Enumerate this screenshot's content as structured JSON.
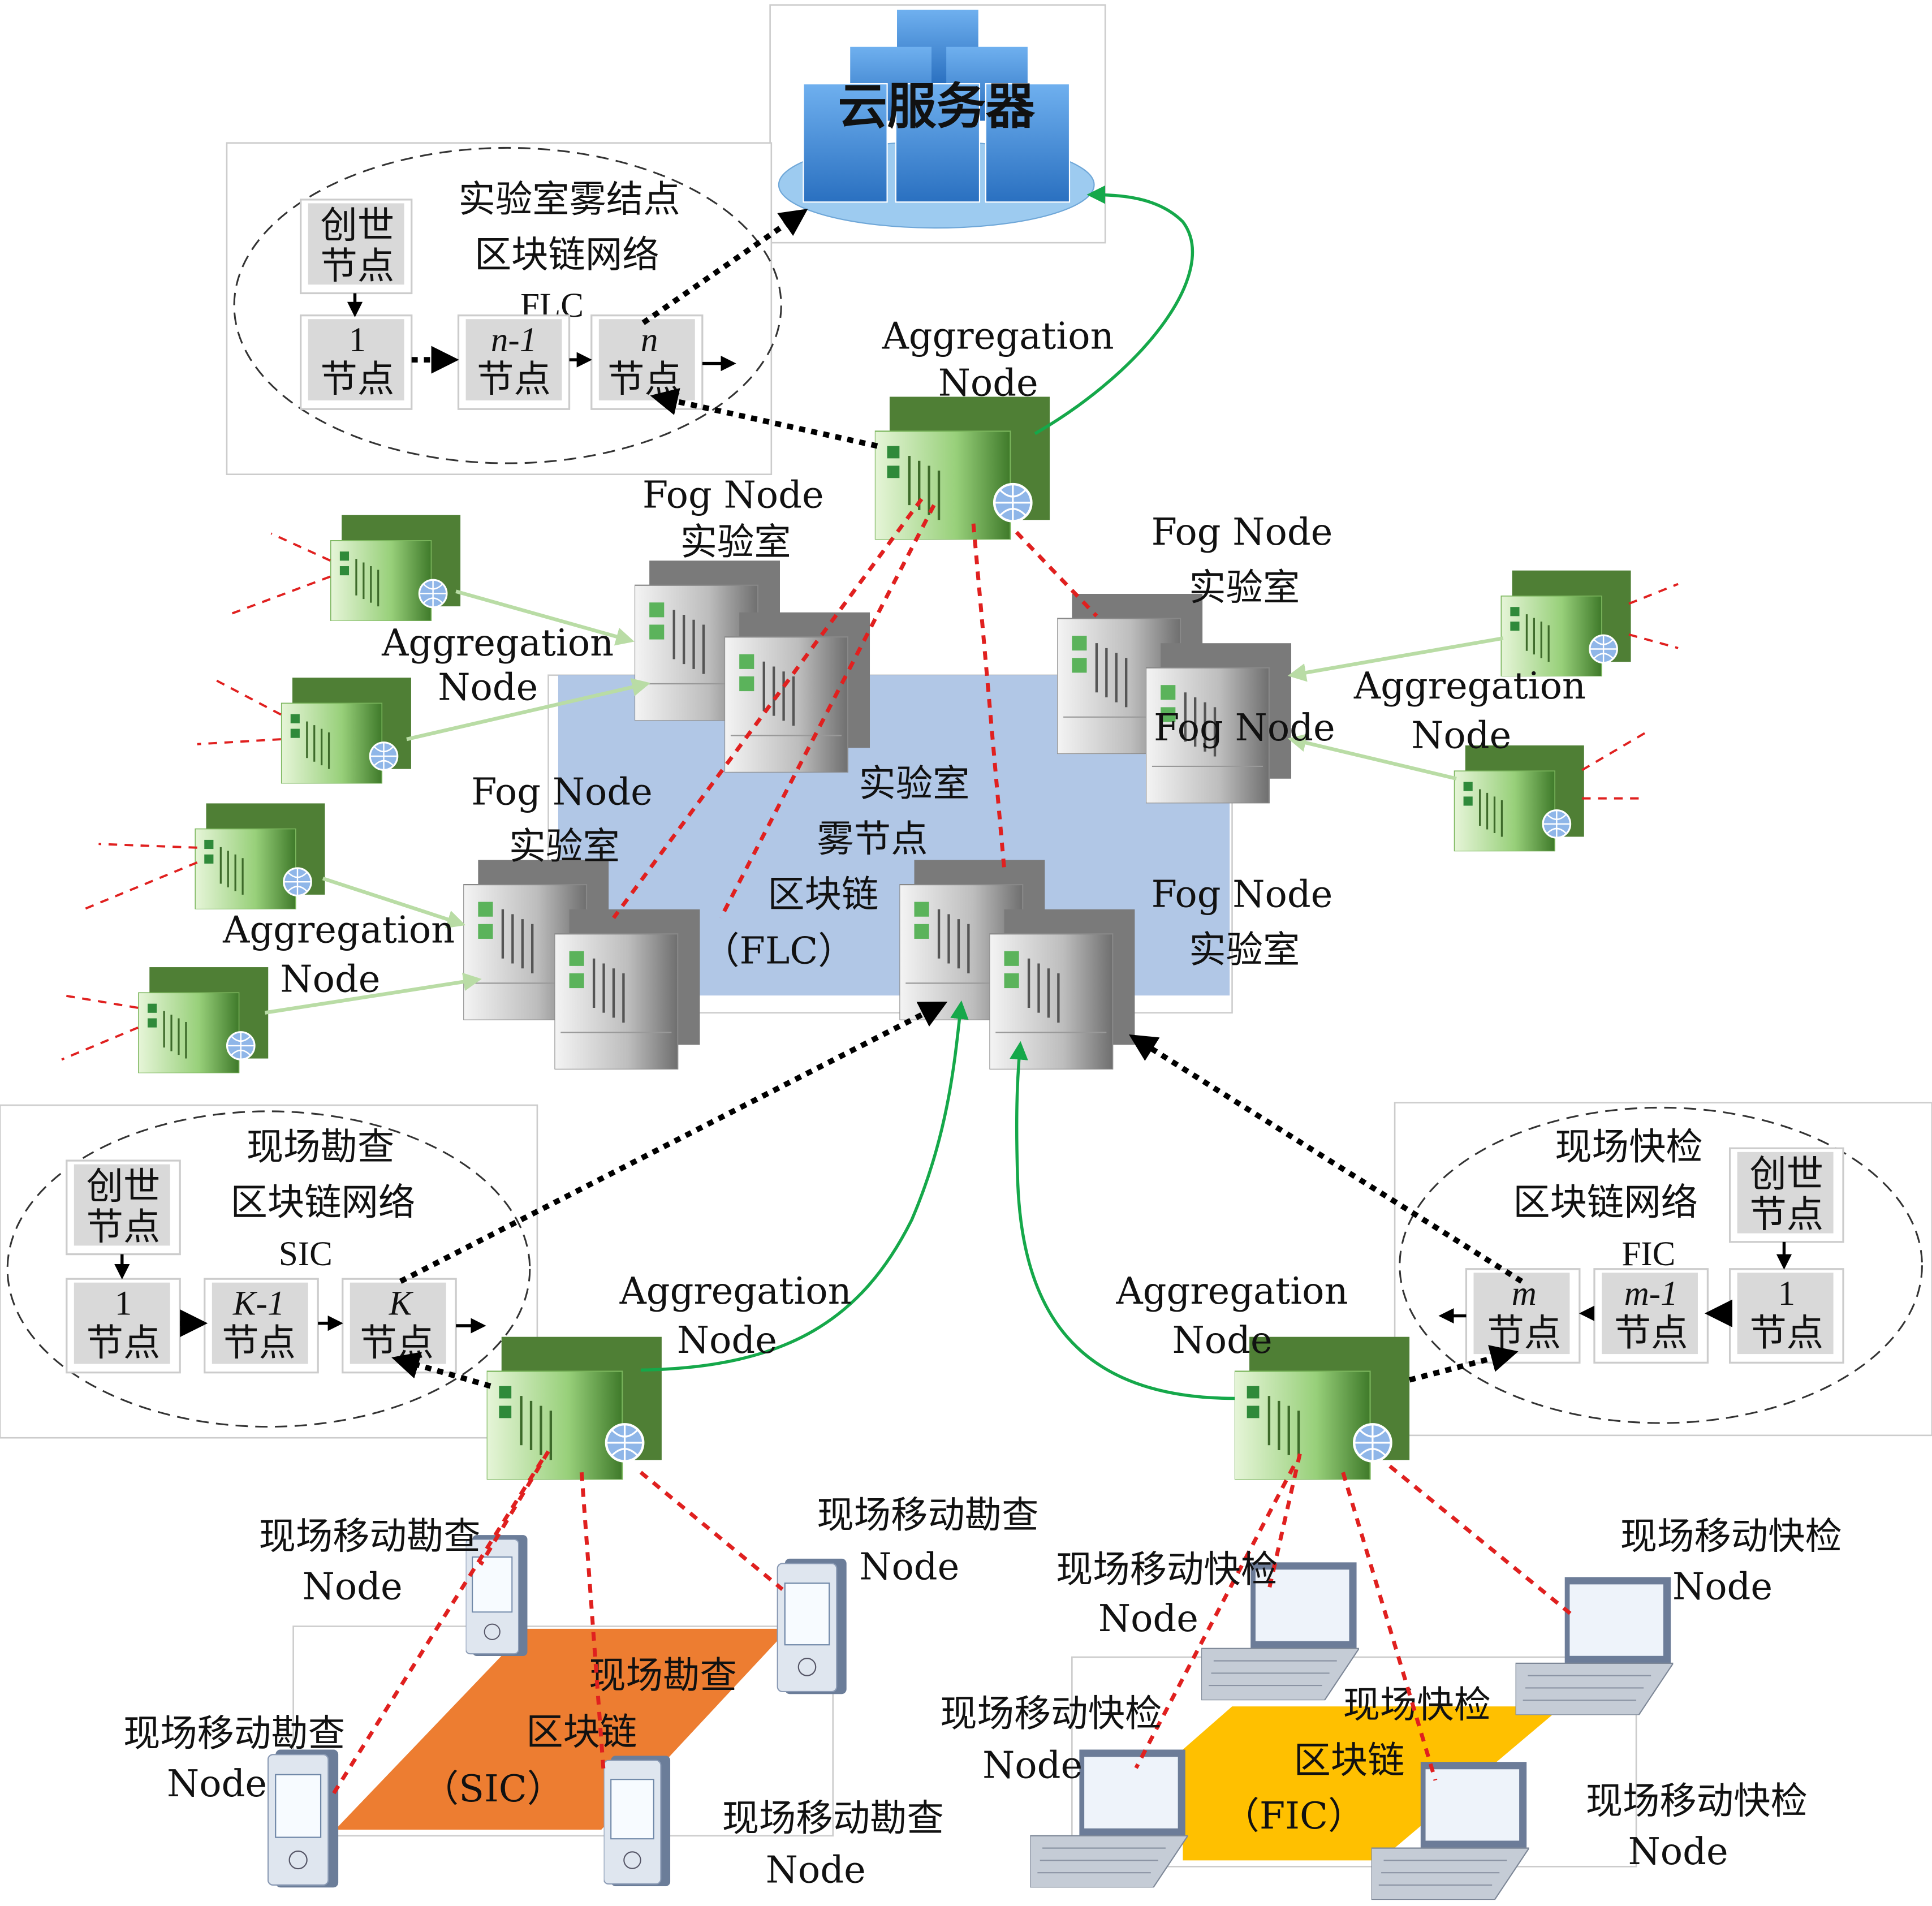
{
  "cloud": {
    "label": "云服务器",
    "colors": {
      "server": "#4a8fd6",
      "cloud": "#9dcbf0"
    }
  },
  "flc_network": {
    "title_1": "实验室雾结点",
    "title_2": "区块链网络",
    "code": "FLC",
    "blocks": [
      {
        "top": "创世",
        "bottom": "节点"
      },
      {
        "top": "1",
        "bottom": "节点"
      },
      {
        "top": "n-1",
        "bottom": "节点"
      },
      {
        "top": "n",
        "bottom": "节点"
      }
    ]
  },
  "sic_network": {
    "title_1": "现场勘查",
    "title_2": "区块链网络",
    "code": "SIC",
    "blocks": [
      {
        "top": "创世",
        "bottom": "节点"
      },
      {
        "top": "1",
        "bottom": "节点"
      },
      {
        "top": "K-1",
        "bottom": "节点"
      },
      {
        "top": "K",
        "bottom": "节点"
      }
    ]
  },
  "fic_network": {
    "title_1": "现场快检",
    "title_2": "区块链网络",
    "code": "FIC",
    "blocks": [
      {
        "top": "创世",
        "bottom": "节点"
      },
      {
        "top": "m",
        "bottom": "节点"
      },
      {
        "top": "m-1",
        "bottom": "节点"
      },
      {
        "top": "1",
        "bottom": "节点"
      }
    ]
  },
  "fog_chain": {
    "line_1": "实验室",
    "line_2": "雾节点",
    "line_3": "区块链",
    "line_4": "（FLC）",
    "color": "#a9c1e3"
  },
  "labels": {
    "aggregation": "Aggregation",
    "node": "Node",
    "fog_node": "Fog Node",
    "lab": "实验室",
    "mobile_survey": "现场移动勘查",
    "mobile_quick": "现场移动快检"
  },
  "sic_chain": {
    "line_1": "现场勘查",
    "line_2": "区块链",
    "line_3": "（SIC）",
    "color": "#ed7d31"
  },
  "fic_chain": {
    "line_1": "现场快检",
    "line_2": "区块链",
    "line_3": "（FIC）",
    "color": "#ffc000"
  },
  "link_colors": {
    "wireless": "#e0201f",
    "uplink": "#15a84a",
    "chain": "#000000",
    "aggregation": "#b9dca5"
  }
}
